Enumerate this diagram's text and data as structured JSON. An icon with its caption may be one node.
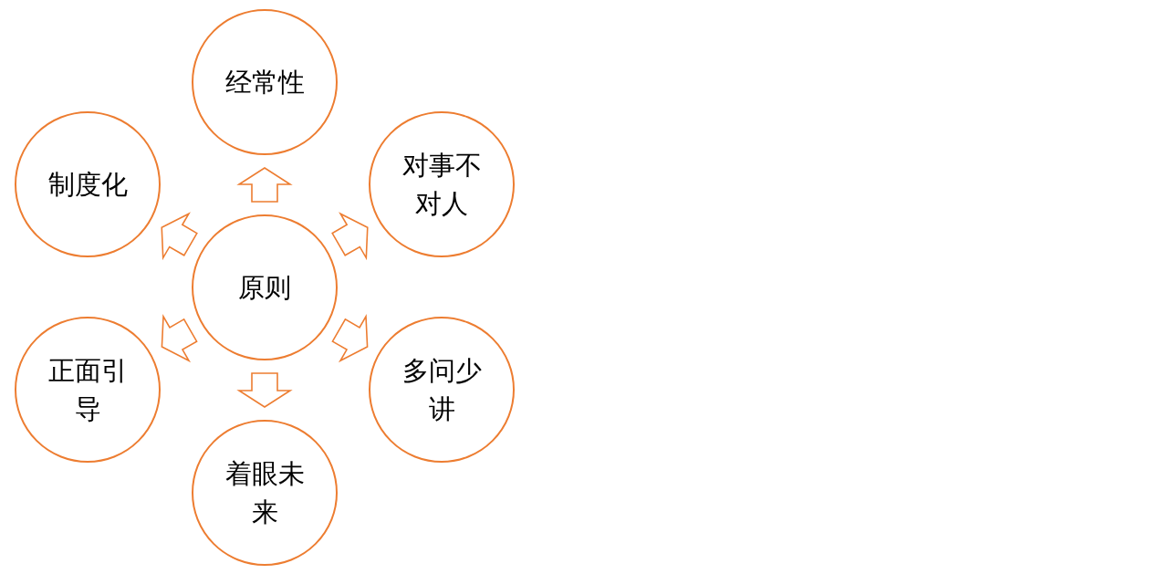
{
  "diagram": {
    "nodes": [
      {
        "text": [
          "经常性"
        ]
      },
      {
        "text": [
          "制度化"
        ]
      },
      {
        "text": [
          "对事不对人"
        ]
      },
      {
        "text": [
          "原则"
        ]
      },
      {
        "text": [
          "正面引导"
        ]
      },
      {
        "text": [
          "多问少讲"
        ]
      },
      {
        "text": [
          "着眼未来"
        ]
      }
    ],
    "edges": [
      {
        "from": 3,
        "to": 0,
        "arrow": "to"
      },
      {
        "from": 3,
        "to": 2,
        "arrow": "to"
      },
      {
        "from": 3,
        "to": 5,
        "arrow": "to"
      },
      {
        "from": 3,
        "to": 6,
        "arrow": "to"
      },
      {
        "from": 3,
        "to": 4,
        "arrow": "to"
      },
      {
        "from": 3,
        "to": 1,
        "arrow": "to"
      }
    ]
  }
}
